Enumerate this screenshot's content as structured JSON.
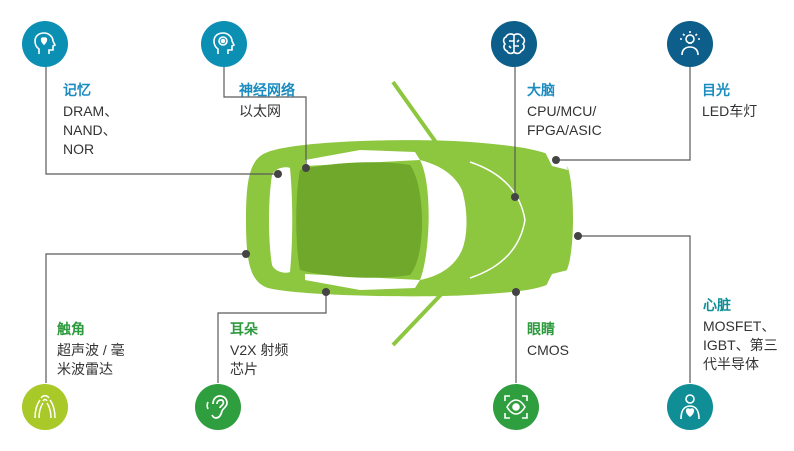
{
  "colors": {
    "car_green": "#8dc63f",
    "car_dark": "#6fa82a",
    "line": "#5a5a5a",
    "dot": "#444444",
    "teal": "#0b8fb3",
    "navy": "#0d5e8a",
    "bright_green": "#2f9e3e",
    "lime": "#a8c928",
    "title_blue": "#1a8cc0",
    "title_green": "#2e9a3e",
    "title_teal": "#0f8e96"
  },
  "nodes": [
    {
      "id": "memory",
      "title": "记忆",
      "lines": [
        "DRAM、",
        "NAND、",
        "NOR"
      ],
      "icon": "heart-head-icon"
    },
    {
      "id": "neural",
      "title": "神经网络",
      "lines": [
        "以太网"
      ],
      "icon": "brain-target-icon"
    },
    {
      "id": "brain",
      "title": "大脑",
      "lines": [
        "CPU/MCU/",
        "FPGA/ASIC"
      ],
      "icon": "brain-icon"
    },
    {
      "id": "eyes",
      "title": "目光",
      "lines": [
        "LED车灯"
      ],
      "icon": "lightbulb-person-icon"
    },
    {
      "id": "touch",
      "title": "触角",
      "lines": [
        "超声波 / 毫",
        "米波雷达"
      ],
      "icon": "hands-icon"
    },
    {
      "id": "ears",
      "title": "耳朵",
      "lines": [
        "V2X 射频",
        "芯片"
      ],
      "icon": "ear-icon"
    },
    {
      "id": "vision",
      "title": "眼睛",
      "lines": [
        "CMOS"
      ],
      "icon": "eye-icon"
    },
    {
      "id": "heart",
      "title": "心脏",
      "lines": [
        "MOSFET、",
        "IGBT、第三",
        "代半导体"
      ],
      "icon": "heart-person-icon"
    }
  ]
}
